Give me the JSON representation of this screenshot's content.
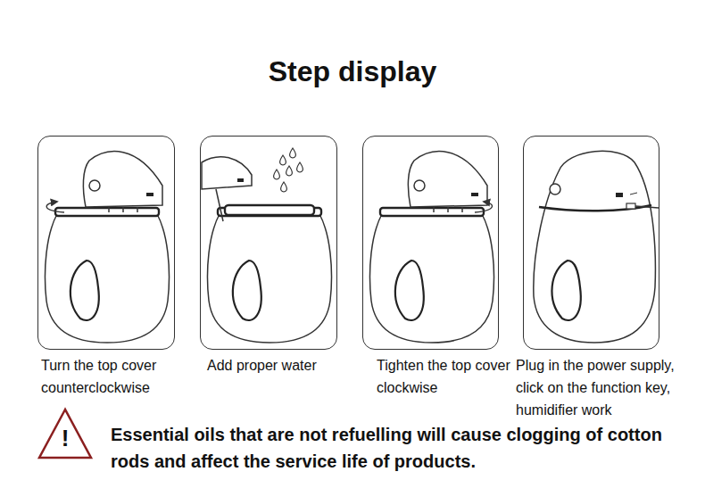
{
  "diagram": {
    "title": "Step display",
    "nodes": [
      {
        "text": [
          "Turn the top cover counterclockwise"
        ]
      },
      {
        "text": [
          "Add proper water"
        ]
      },
      {
        "text": [
          "Tighten the top cover clockwise"
        ]
      },
      {
        "text": [
          "Plug in the power supply, click on the function key, humidifier work"
        ]
      }
    ],
    "labels": [
      "!",
      "Essential oils that are not refuelling will cause clogging of cotton rods and affect the service life of products."
    ]
  }
}
